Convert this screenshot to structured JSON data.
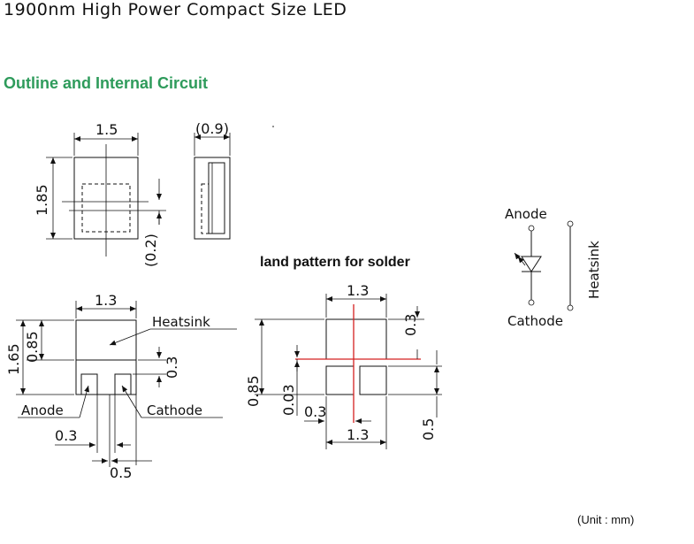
{
  "document_title": "1900nm High Power Compact Size LED",
  "section_title": "Outline and Internal Circuit",
  "land_pattern_title": "land pattern for solder",
  "unit_note": "(Unit : mm)",
  "dimensions": {
    "top_width": "1.5",
    "side_depth": "(0.9)",
    "top_height": "1.85",
    "offset": "(0.2)",
    "bottom_width": "1.3",
    "bottom_total_height": "1.65",
    "bottom_upper_height": "0.85",
    "gap": "0.3",
    "pad_width": "0.3",
    "pad_spacing": "0.5",
    "land_top_width": "1.3",
    "land_top_height": "0.3",
    "land_total_height": "0.85",
    "land_gap": "0.03",
    "land_pad_width": "0.3",
    "land_bottom_width": "1.3",
    "land_pad_height": "0.5"
  },
  "labels": {
    "heatsink": "Heatsink",
    "anode": "Anode",
    "cathode": "Cathode"
  },
  "circuit": {
    "anode": "Anode",
    "cathode": "Cathode",
    "heatsink": "Heatsink"
  }
}
